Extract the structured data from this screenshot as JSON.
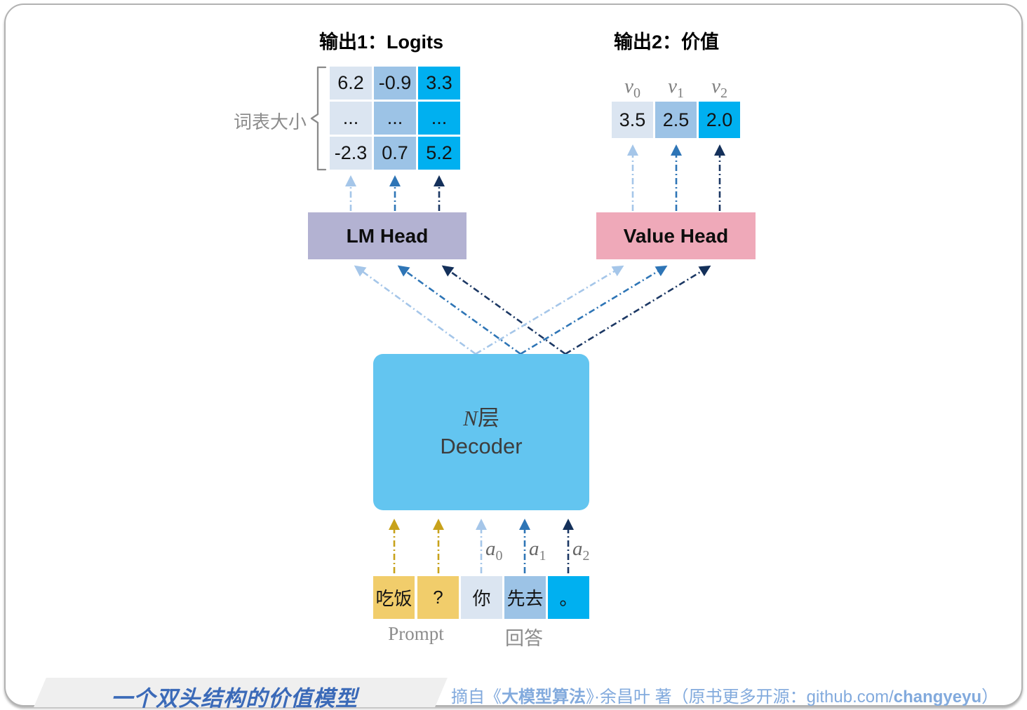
{
  "palette": {
    "cell_light": "#dbe5f1",
    "cell_medium": "#9cc3e6",
    "cell_cyan": "#00b0f0",
    "token_gold": "#f1cd6b",
    "lm_head_bg": "#b3b2d2",
    "value_head_bg": "#efa9b9",
    "decoder_bg": "#63c5f0",
    "arrow_light": "#a5c6e9",
    "arrow_medium": "#2e75b6",
    "arrow_navy": "#1c3864",
    "arrow_gold": "#c8a21b",
    "footer_title_color": "#3b6ab8",
    "footer_cite_color": "#82aadd"
  },
  "output1": {
    "title": "输出1：Logits"
  },
  "output2": {
    "title": "输出2：价值"
  },
  "vocab_label": "词表大小",
  "logits_matrix": {
    "rows": [
      [
        "6.2",
        "-0.9",
        "3.3"
      ],
      [
        "...",
        "...",
        "..."
      ],
      [
        "-2.3",
        "0.7",
        "5.2"
      ]
    ]
  },
  "values": {
    "labels": [
      {
        "base": "v",
        "sub": "0"
      },
      {
        "base": "v",
        "sub": "1"
      },
      {
        "base": "v",
        "sub": "2"
      }
    ],
    "cells": [
      "3.5",
      "2.5",
      "2.0"
    ]
  },
  "lm_head": {
    "label": "LM Head"
  },
  "value_head": {
    "label": "Value Head"
  },
  "decoder": {
    "n": "N",
    "layer_suffix": "层",
    "name": "Decoder"
  },
  "actions": [
    {
      "base": "a",
      "sub": "0"
    },
    {
      "base": "a",
      "sub": "1"
    },
    {
      "base": "a",
      "sub": "2"
    }
  ],
  "tokens": [
    "吃饭",
    "?",
    "你",
    "先去",
    "。"
  ],
  "prompt_label": "Prompt",
  "answer_label": "回答",
  "footer": {
    "title": "一个双头结构的价值模型",
    "cite_prefix": "摘自《",
    "book": "大模型算法",
    "cite_mid": "》·余昌叶 著（原书更多开源：",
    "github_host": "github.com/",
    "github_user": "changyeyu",
    "cite_suffix": "）"
  }
}
